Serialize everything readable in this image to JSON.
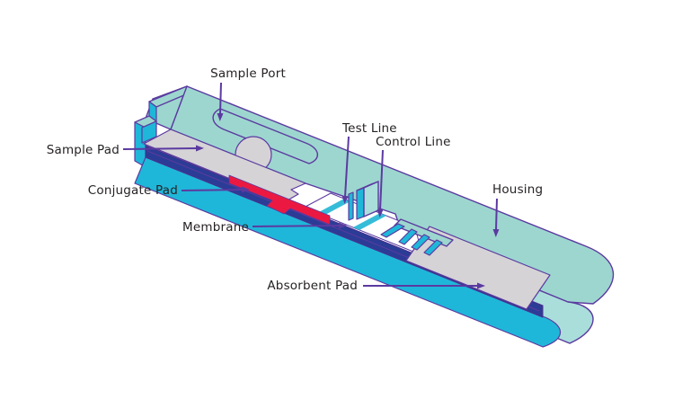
{
  "diagram": {
    "type": "lateral-flow-test-device-cutaway",
    "labels": {
      "sample_port": {
        "text": "Sample Port",
        "target": "sample-port-well",
        "arrow_direction": "down"
      },
      "sample_pad": {
        "text": "Sample Pad",
        "target": "sample-pad",
        "arrow_direction": "right"
      },
      "conjugate_pad": {
        "text": "Conjugate Pad",
        "target": "conjugate-pad",
        "arrow_direction": "right"
      },
      "test_line": {
        "text": "Test Line",
        "target": "test-line-stripe",
        "arrow_direction": "down"
      },
      "control_line": {
        "text": "Control Line",
        "target": "control-line-stripe",
        "arrow_direction": "down"
      },
      "housing": {
        "text": "Housing",
        "target": "housing-top",
        "arrow_direction": "down"
      },
      "membrane": {
        "text": "Membrane",
        "target": "membrane-strip",
        "arrow_direction": "right"
      },
      "absorbent_pad": {
        "text": "Absorbent Pad",
        "target": "absorbent-pad",
        "arrow_direction": "right"
      }
    },
    "colors": {
      "housing_top_teal": "#9dd6cf",
      "housing_side_teal": "#aadedb",
      "housing_shell_cyan": "#1fb7d9",
      "backing_card_blue": "#2b3c96",
      "pad_gray": "#d5d3d6",
      "conjugate_pad_red": "#eb1941",
      "membrane_white": "#ffffff",
      "test_control_line_cyan": "#35bcd8",
      "outline_and_arrows_purple": "#5b3aa0",
      "label_text": "#262224",
      "background": "#ffffff"
    }
  }
}
